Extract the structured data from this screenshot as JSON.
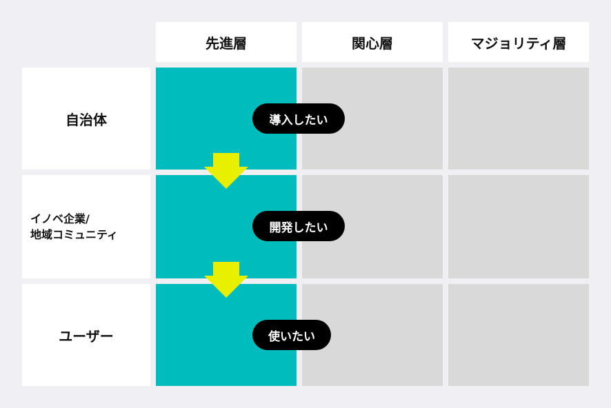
{
  "columns": [
    "先進層",
    "関心層",
    "マジョリティ層"
  ],
  "rows": [
    {
      "label": "自治体",
      "action": "導入したい"
    },
    {
      "label_line1": "イノベ企業/",
      "label_line2": "地域コミュニティ",
      "action": "開発したい"
    },
    {
      "label": "ユーザー",
      "action": "使いたい"
    }
  ],
  "colors": {
    "background": "#f0f0f4",
    "highlight": "#00bdbd",
    "cell": "#d9d9d9",
    "arrow": "#e8f000",
    "pill": "#000000"
  },
  "icons": [
    "arrow-down-icon",
    "arrow-down-icon"
  ]
}
